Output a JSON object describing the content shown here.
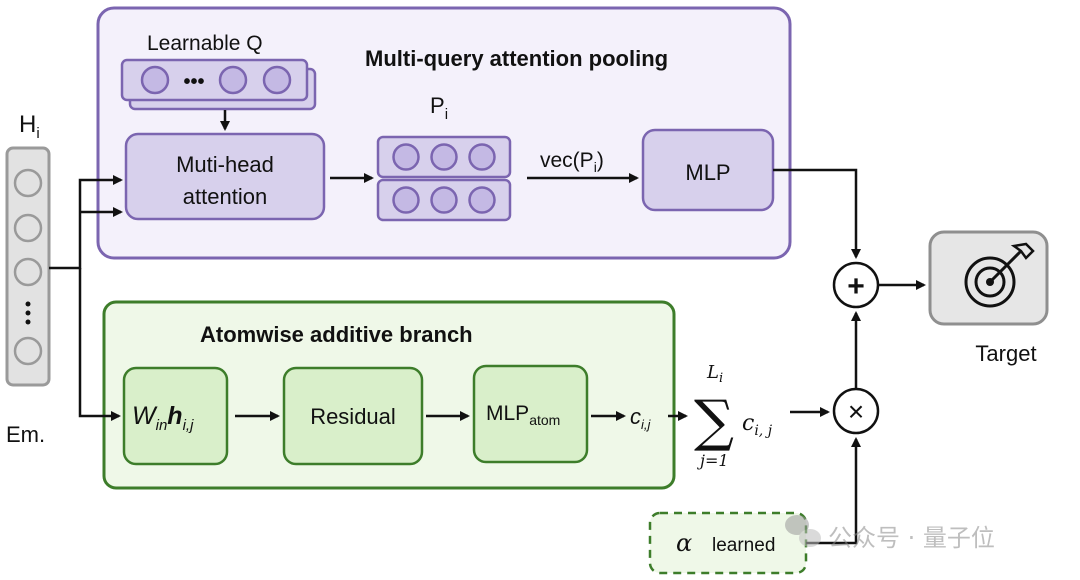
{
  "attention": {
    "title": "Multi-query attention pooling",
    "learnable_q": "Learnable Q",
    "q_ellipsis": "•••",
    "mha_line1": "Muti-head",
    "mha_line2": "attention",
    "p": "P",
    "p_sub": "i",
    "vec_prefix": "vec(P",
    "vec_sub": "i",
    "vec_suffix": ")",
    "mlp": "MLP"
  },
  "input": {
    "h": "H",
    "h_sub": "i",
    "em": "Em."
  },
  "atomwise": {
    "title": "Atomwise additive branch",
    "w": "W",
    "w_sub": "in",
    "h": "h",
    "h_sub": "i,j",
    "residual": "Residual",
    "mlp_atom": "MLP",
    "mlp_atom_sub": "atom",
    "c": "c",
    "c_sub": "i,j",
    "sum_upper": "L",
    "sum_upper_sub": "i",
    "sum_lower": "j=1",
    "sum_symbol": "∑",
    "sum_c": "c",
    "sum_c_sub": "i, j"
  },
  "ops": {
    "plus": "+",
    "times": "×"
  },
  "alpha": {
    "symbol": "α",
    "label": "learned"
  },
  "target": {
    "label": "Target",
    "icon": "target-icon"
  },
  "watermark": "公众号 · 量子位",
  "colors": {
    "purple_border": "#7b65b0",
    "purple_fill": "#f4f1fb",
    "purple_node": "#d7d0ec",
    "green_border": "#3d7d2a",
    "green_fill": "#eff8e8",
    "green_node": "#d9efca",
    "gray_border": "#8f8f8f",
    "gray_fill": "#e6e6e6"
  }
}
